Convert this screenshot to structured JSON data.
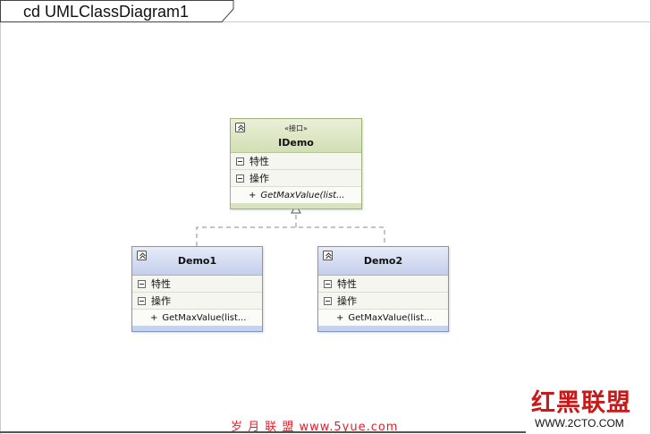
{
  "diagram": {
    "title": "cd UMLClassDiagram1"
  },
  "classes": {
    "idemo": {
      "stereotype": "«接口»",
      "name": "IDemo",
      "attributes_label": "特性",
      "operations_label": "操作",
      "operations": [
        {
          "visibility": "+",
          "signature": "GetMaxValue(list..."
        }
      ]
    },
    "demo1": {
      "name": "Demo1",
      "attributes_label": "特性",
      "operations_label": "操作",
      "operations": [
        {
          "visibility": "+",
          "signature": "GetMaxValue(list..."
        }
      ]
    },
    "demo2": {
      "name": "Demo2",
      "attributes_label": "特性",
      "operations_label": "操作",
      "operations": [
        {
          "visibility": "+",
          "signature": "GetMaxValue(list..."
        }
      ]
    }
  },
  "relationships": [
    {
      "type": "realization",
      "from": "Demo1",
      "to": "IDemo"
    },
    {
      "type": "realization",
      "from": "Demo2",
      "to": "IDemo"
    }
  ],
  "watermarks": {
    "main": "红黑联盟",
    "url": "WWW.2CTO.COM",
    "bottom": "岁 月 联 盟  www.5yue.com"
  },
  "colors": {
    "interface_border": "#9fb27a",
    "class_border": "#7e94c2",
    "connector": "#8a8a8a",
    "watermark_red": "#c71a1a"
  }
}
